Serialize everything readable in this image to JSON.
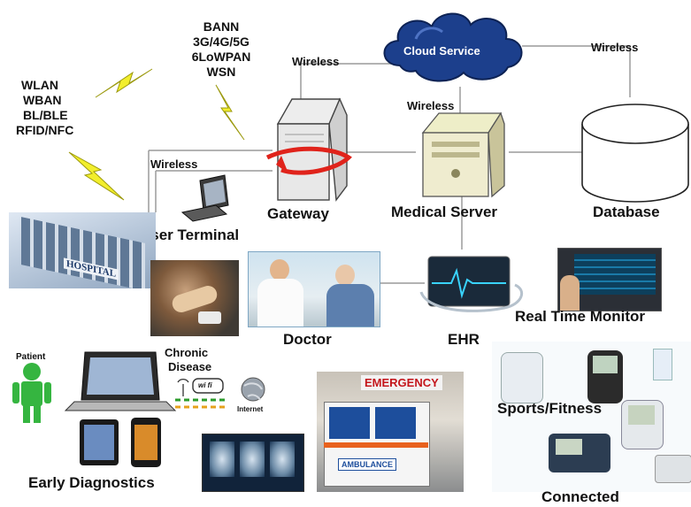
{
  "protocols_left": [
    "WLAN",
    "WBAN",
    "BL/BLE",
    "RFID/NFC"
  ],
  "protocols_top": [
    "BANN",
    "3G/4G/5G",
    "6LoWPAN",
    "WSN"
  ],
  "links": {
    "wireless_gateway_cloud": "Wireless",
    "wireless_cloud_server": "Wireless",
    "wireless_cloud_database": "Wireless",
    "wireless_terminal": "Wireless"
  },
  "nodes": {
    "cloud": "Cloud Service",
    "gateway": "Gateway",
    "medical_server": "Medical Server",
    "database": "Database",
    "user_terminal": "User Terminal",
    "hospital_sign": "HOSPITAL",
    "doctor": "Doctor",
    "ehr": "EHR",
    "real_time_monitor": "Real Time Monitor",
    "patient": "Patient",
    "chronic_disease": [
      "Chronic",
      "Disease"
    ],
    "wifi": "wi fi",
    "internet": "Internet",
    "emergency_sign": "EMERGENCY",
    "ambulance": "AMBULANCE",
    "sports_fitness": "Sports/Fitness",
    "early_diagnostics": "Early Diagnostics",
    "connected": "Connected"
  },
  "colors": {
    "line": "#9a9a9a",
    "lightning": "#f2ee2c",
    "cloud": "#1c3f8c",
    "patient": "#35b540",
    "gateway_arrow": "#e0231b"
  }
}
